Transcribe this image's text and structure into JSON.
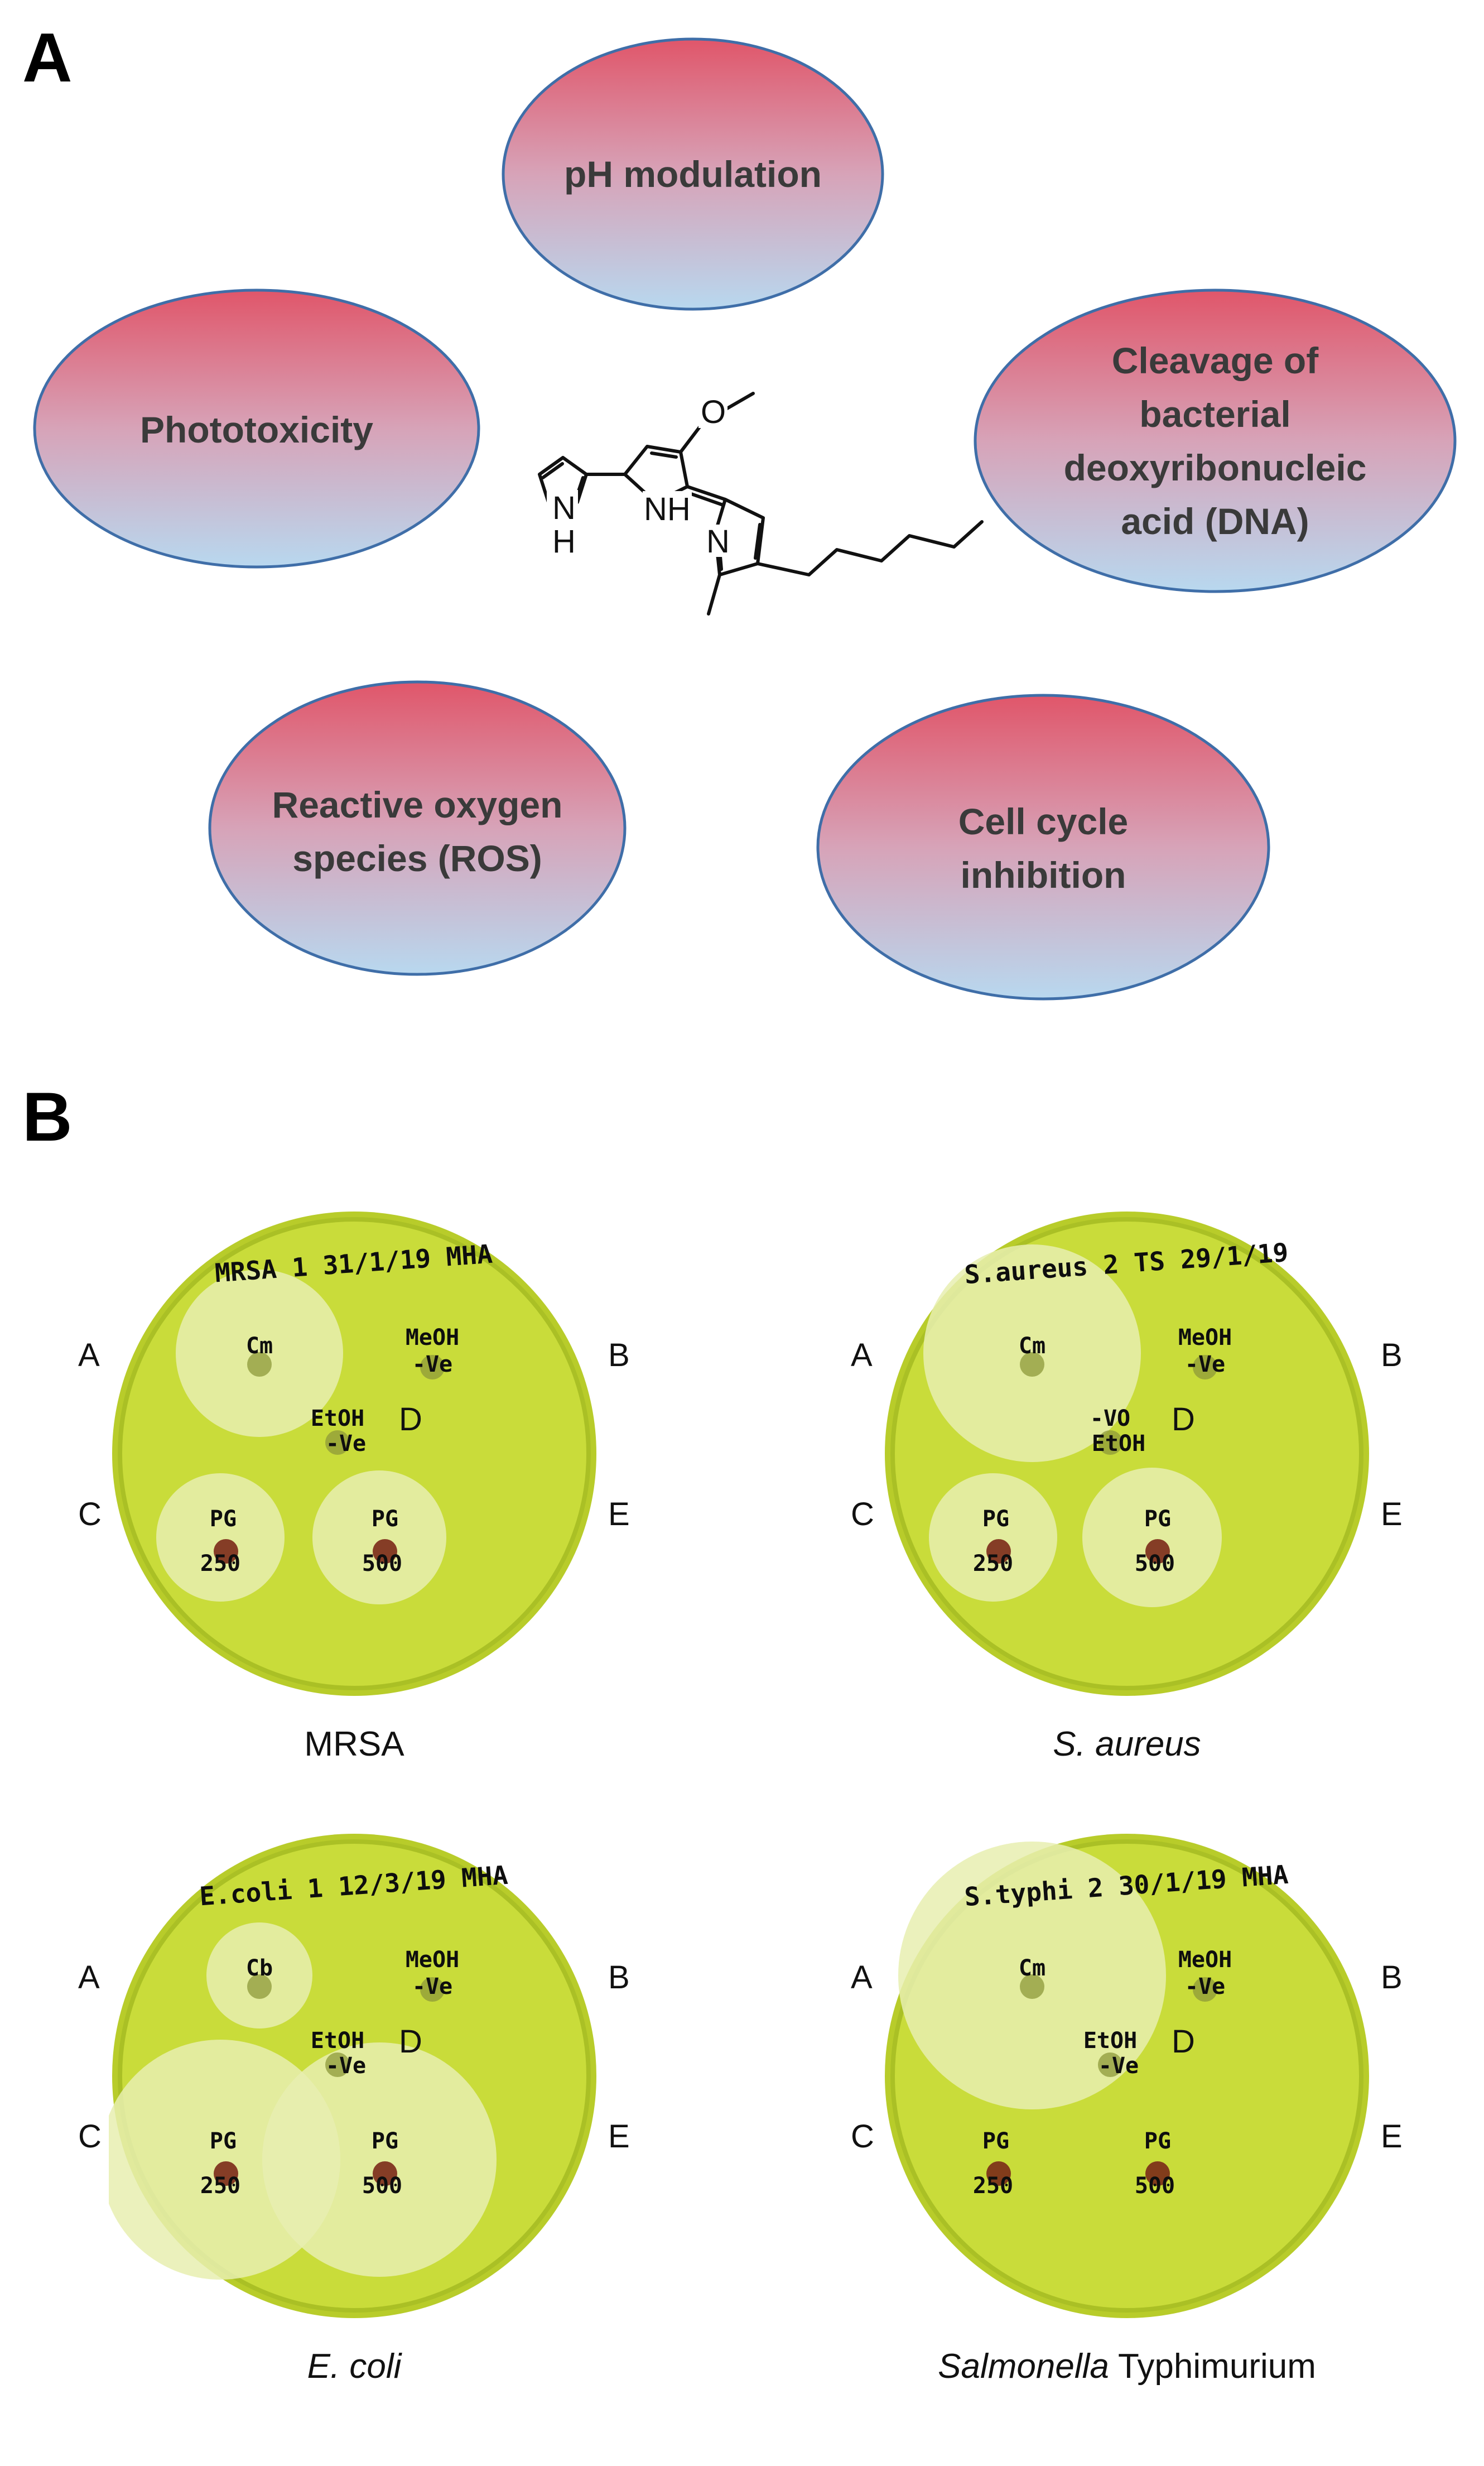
{
  "panel_a": {
    "letter": "A",
    "mechanisms": {
      "ph": [
        "pH modulation"
      ],
      "photo": [
        "Phototoxicity"
      ],
      "dna": [
        "Cleavage of",
        "bacterial",
        "deoxyribonucleic",
        "acid (DNA)"
      ],
      "ros": [
        "Reactive oxygen",
        "species (ROS)"
      ],
      "cell": [
        "Cell cycle",
        "inhibition"
      ]
    },
    "molecule": {
      "methoxy_label": "O",
      "nh_left": [
        "N",
        "H"
      ],
      "nh_mid": [
        "NH"
      ],
      "n_right": "N"
    },
    "colors": {
      "bubble_top": "#e0566a",
      "bubble_bottom": "#b8d8ef",
      "bubble_outline": "#3f6ea8"
    }
  },
  "panel_b": {
    "letter": "B",
    "plates": [
      {
        "caption_plain": "MRSA",
        "caption_italic": "",
        "handwriting": "MRSA 1 31/1/19 MHA",
        "labels": {
          "cm": "Cm",
          "meoh": [
            "MeOH",
            "-Ve"
          ],
          "etoh": [
            "EtOH",
            "-Ve"
          ],
          "pg250": [
            "PG",
            "250"
          ],
          "pg500": [
            "PG",
            "500"
          ]
        }
      },
      {
        "caption_plain": "",
        "caption_italic": "S. aureus",
        "handwriting": "S.aureus 2 TS 29/1/19",
        "labels": {
          "cm": "Cm",
          "meoh": [
            "MeOH",
            "-Ve"
          ],
          "etoh": [
            "-VO",
            "EtOH"
          ],
          "pg250": [
            "PG",
            "250"
          ],
          "pg500": [
            "PG",
            "500"
          ]
        }
      },
      {
        "caption_plain": "",
        "caption_italic": "E. coli",
        "handwriting": "E.coli 1 12/3/19 MHA",
        "labels": {
          "cm": "Cb",
          "meoh": [
            "MeOH",
            "-Ve"
          ],
          "etoh": [
            "EtOH",
            "-Ve"
          ],
          "pg250": [
            "PG",
            "250"
          ],
          "pg500": [
            "PG",
            "500"
          ]
        }
      },
      {
        "caption_plain": " Typhimurium",
        "caption_italic": "Salmonella",
        "handwriting": "S.typhi 2 30/1/19 MHA",
        "labels": {
          "cm": "Cm",
          "meoh": [
            "MeOH",
            "-Ve"
          ],
          "etoh": [
            "EtOH",
            "-Ve"
          ],
          "pg250": [
            "PG",
            "250"
          ],
          "pg500": [
            "PG",
            "500"
          ]
        }
      }
    ],
    "well_letters": {
      "a": "A",
      "b": "B",
      "c": "C",
      "d": "D",
      "e": "E"
    },
    "colors": {
      "agar": "#c9dc3a",
      "agar_edge": "#aac025",
      "halo": "#e8efb0"
    }
  }
}
